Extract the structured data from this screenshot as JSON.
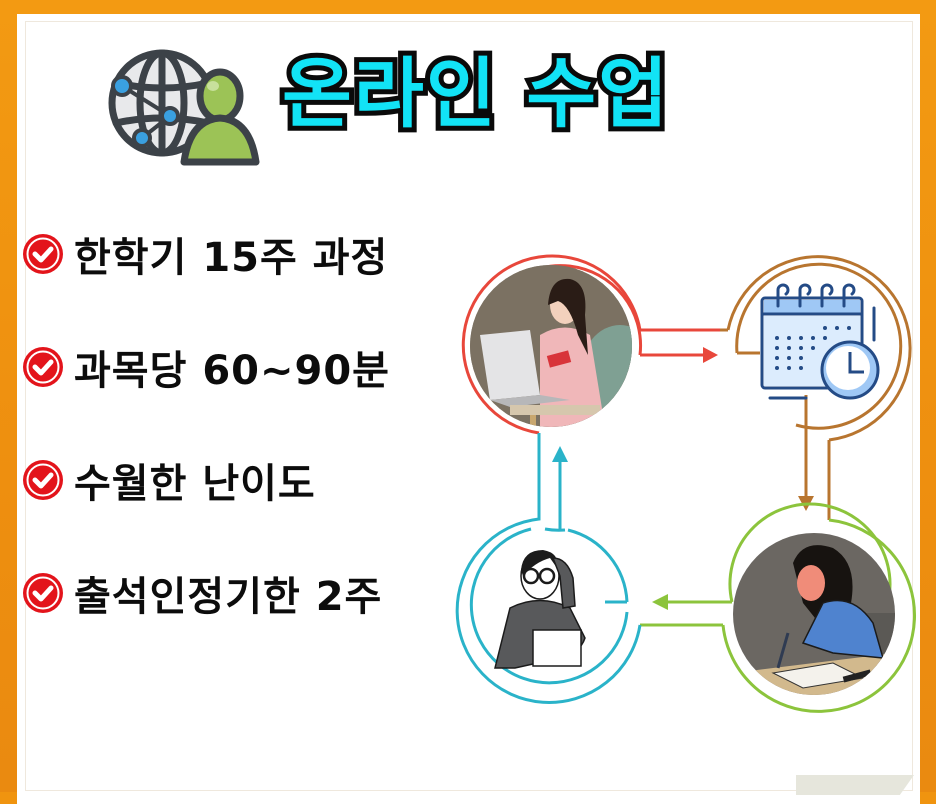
{
  "header": {
    "title": "온라인 수업",
    "icon": "globe-user-icon"
  },
  "features": [
    {
      "label": "한학기 15주 과정",
      "icon": "check-circle-icon"
    },
    {
      "label": "과목당 60~90분",
      "icon": "check-circle-icon"
    },
    {
      "label": "수월한 난이도",
      "icon": "check-circle-icon"
    },
    {
      "label": "출석인정기한 2주",
      "icon": "check-circle-icon"
    }
  ],
  "cycle": {
    "steps": [
      {
        "name": "woman-laptop-shopping",
        "ring_color": "#e8473b"
      },
      {
        "name": "calendar-clock",
        "ring_color": "#b8752f"
      },
      {
        "name": "student-writing",
        "ring_color": "#8cc43c"
      },
      {
        "name": "stressed-man-laptop",
        "ring_color": "#2ab3c9"
      }
    ]
  },
  "colors": {
    "frame": "#f0940f",
    "title_fill": "#12e3f6",
    "title_stroke": "#0a0a0a",
    "check": "#e3141b"
  }
}
